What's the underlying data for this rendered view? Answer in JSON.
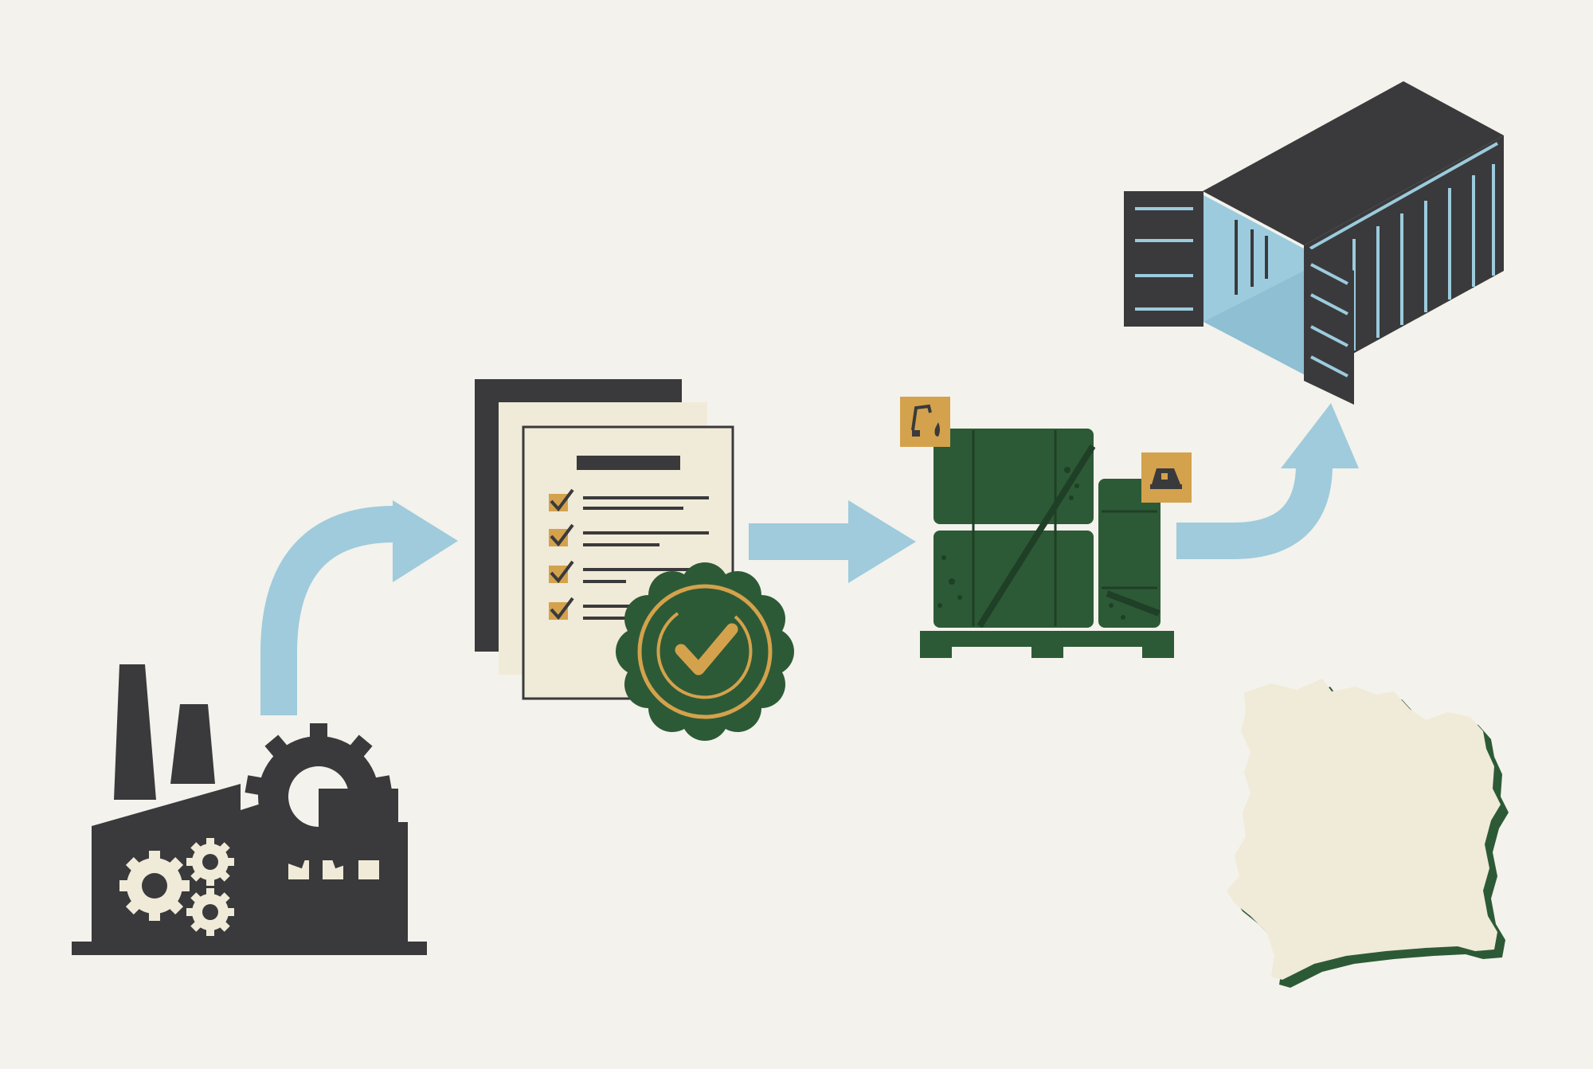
{
  "colors": {
    "background": "#f3f2ec",
    "charcoal": "#3a3a3c",
    "arrow_blue": "#9fcbdc",
    "container_blue": "#9ccbdd",
    "cream": "#f0ead8",
    "green": "#2d5a36",
    "gold": "#d4a24c"
  },
  "stages": [
    {
      "id": "factory",
      "icon": "factory-icon"
    },
    {
      "id": "documents",
      "icon": "certified-checklist-icon"
    },
    {
      "id": "pallet",
      "icon": "palletized-goods-icon"
    },
    {
      "id": "container",
      "icon": "shipping-container-icon"
    }
  ],
  "checklist_items": 4,
  "hazard_labels": [
    "corrosive-hazard-icon",
    "handling-hazard-icon"
  ],
  "destination_map": "cote-divoire-map-icon"
}
